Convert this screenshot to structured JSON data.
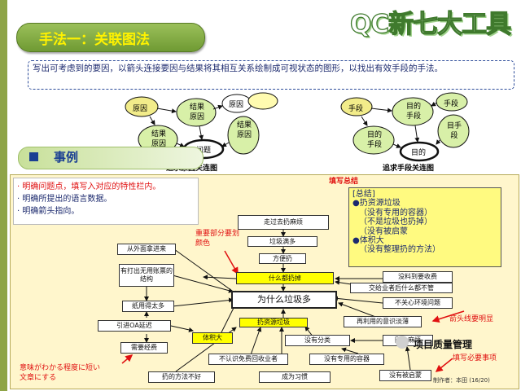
{
  "header": {
    "method_title": "手法一：关联图法",
    "brand_title": "QC新七大工具"
  },
  "description": "写出可考虑到的要因，以箭头连接要因与结果将其相互关系绘制成可视状态的图形，以找出有效手段的手法。",
  "diagram_left": {
    "nodes": [
      "原因",
      "结果原因",
      "原因",
      "结果原因",
      "问题",
      "结果原因",
      ""
    ],
    "caption": "追求原因关连图"
  },
  "diagram_right": {
    "nodes": [
      "手段",
      "目的手段",
      "手段",
      "目的手段",
      "目手段",
      "目的"
    ],
    "caption": "追求手段关连图"
  },
  "section": {
    "title": "事例"
  },
  "example": {
    "notes": [
      "· 明确问题点，填写入对应的特性栏内。",
      "· 明确所提出的语言数据。",
      "· 明确箭头指向。"
    ],
    "fill_summary_label": "填写总结",
    "summary_lines": [
      "[总结]",
      "●扔资源垃圾",
      "（没有专用的容器）",
      "（不是垃圾也扔掉）",
      "（没有被启蒙",
      "●体积大",
      "（没有整理扔的方法）"
    ],
    "key_note": "重要部分要划颜色",
    "arrow_note": "箭头线要明显",
    "bottom_note": "意味がわかる程度に短い文章にする",
    "required_label": "填写必要事项",
    "center": "为什么垃圾多",
    "boxes": {
      "b1": "走过去扔麻烦",
      "b2": "垃圾满多",
      "b3": "方便扔",
      "b4": "什么都扔掉",
      "b5": "没料到要收费",
      "b6": "交给业者后什么都不管",
      "b7": "不关心环境问题",
      "b8": "再利用的意识淡薄",
      "b9": "扔资源垃圾",
      "b10": "没有分类",
      "b11": "因为麻烦",
      "b12": "不认识免费回收业者",
      "b13": "没有专用的容器",
      "b14": "没有被启蒙",
      "b15": "成为习惯",
      "b16": "扔的方法不好",
      "b17": "体积大",
      "b18": "需要经费",
      "b19": "引进OA延迟",
      "b20": "纸用得太多",
      "b21": "有打出无用账票的结构",
      "b22": "从外面拿进来"
    },
    "footer_right": "制作者：本田 (16/20)"
  },
  "watermark": "项目质量管理"
}
